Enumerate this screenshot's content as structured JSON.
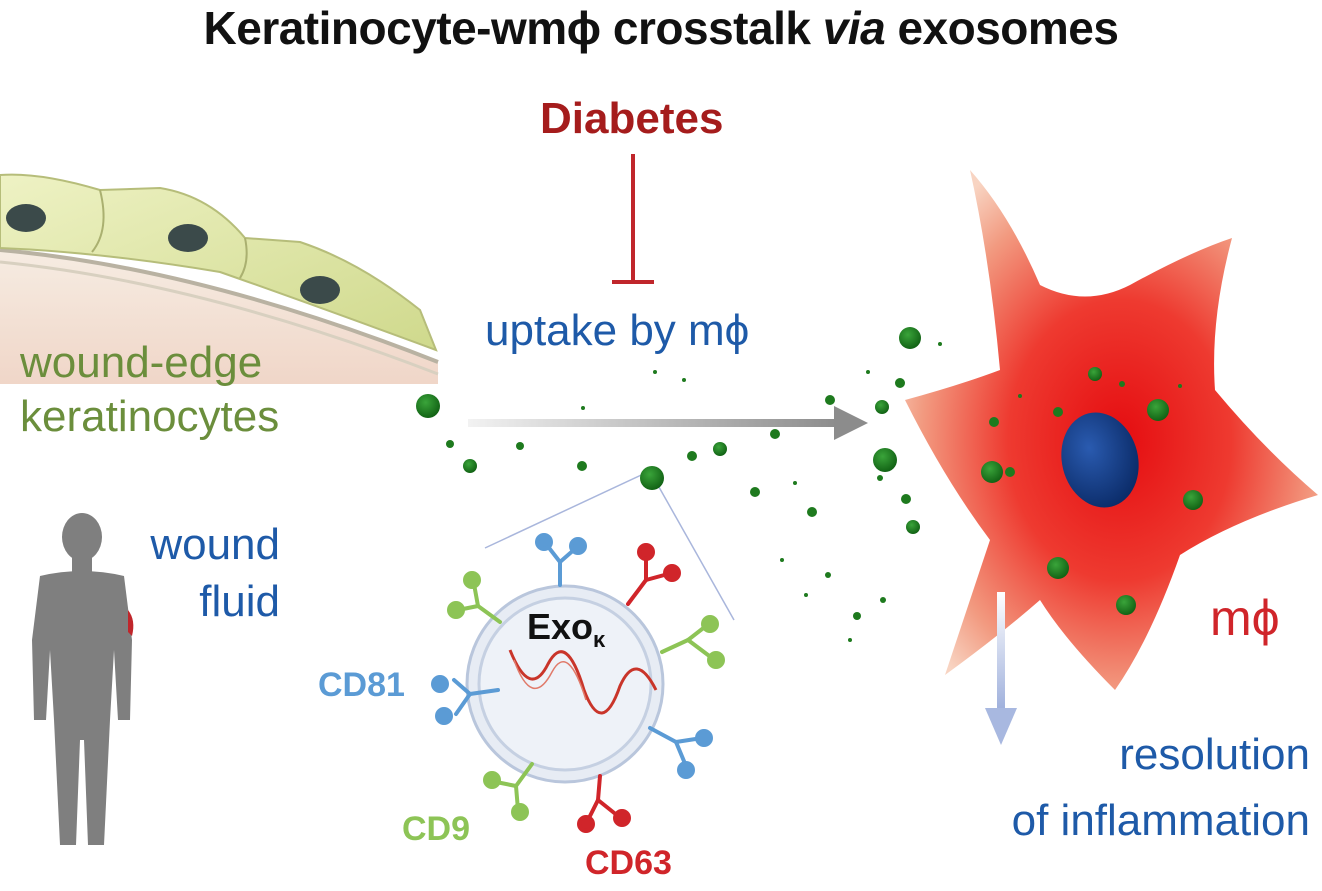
{
  "title": {
    "prefix": "Keratinocyte-wmϕ crosstalk ",
    "italic": "via",
    "suffix": " exosomes"
  },
  "labels": {
    "diabetes": "Diabetes",
    "uptake": "uptake by mϕ",
    "wound_edge_line1": "wound-edge",
    "wound_edge_line2": "keratinocytes",
    "wound_fluid_line1": "wound",
    "wound_fluid_line2": "fluid",
    "exo_main": "Exo",
    "exo_sub": "κ",
    "cd81": "CD81",
    "cd9": "CD9",
    "cd63": "CD63",
    "mphi": "mϕ",
    "resolution_line1": "resolution",
    "resolution_line2": "of inflammation"
  },
  "colors": {
    "diabetes_red": "#a51c1c",
    "text_blue": "#1e5aa8",
    "keratinocyte_green": "#6b8e3c",
    "exosome_green": "#1e7a1e",
    "cd81_blue": "#5b9bd5",
    "cd9_green": "#8dc456",
    "cd63_red": "#d0252a",
    "macrophage_red": "#e8463a",
    "nucleus_blue": "#0f3a7a",
    "arrow_gray": "#8c8c8c",
    "human_gray": "#7f7f7f"
  },
  "icons": {
    "inhibition": "inhibition-t-bar-icon",
    "flow_arrow": "right-arrow-icon",
    "down_arrow": "down-arrow-icon",
    "human": "human-silhouette-icon",
    "macrophage": "macrophage-cell-icon",
    "keratinocytes": "keratinocyte-layer-icon",
    "exosome": "exosome-vesicle-icon"
  }
}
